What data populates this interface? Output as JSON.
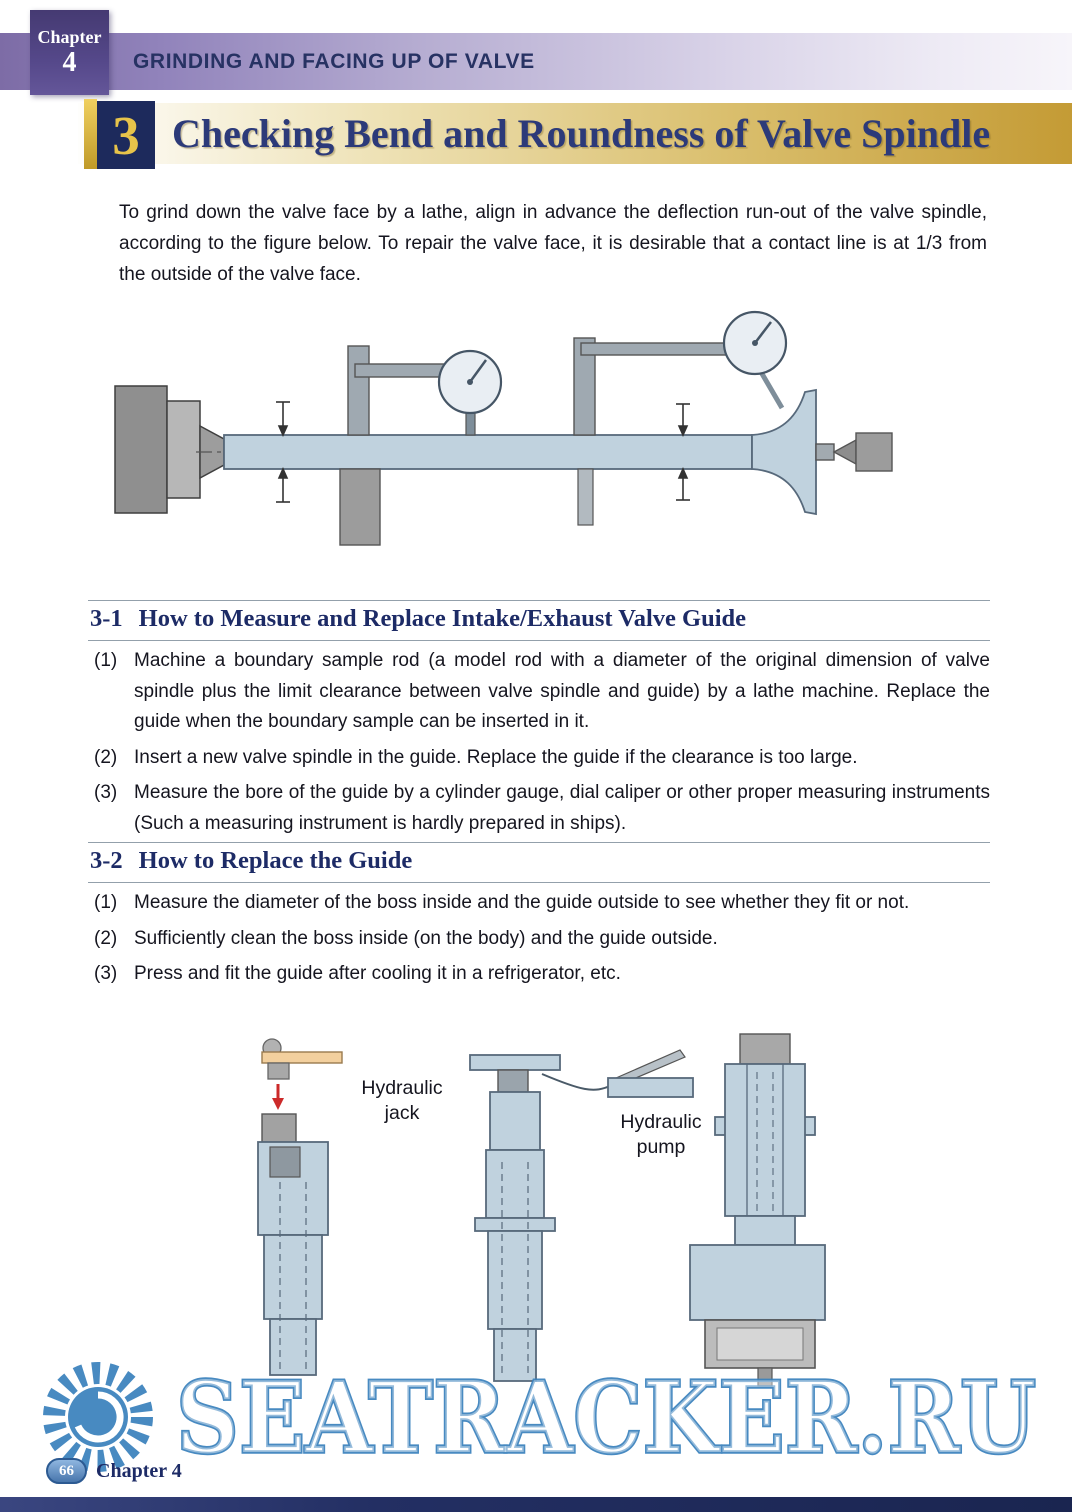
{
  "header": {
    "chapter_label": "Chapter",
    "chapter_number": "4",
    "title": "GRINDING AND FACING UP OF VALVE"
  },
  "title_block": {
    "number": "3",
    "title": "Checking Bend and Roundness of Valve Spindle"
  },
  "intro": "To grind down the valve face by a lathe, align in advance the deflection run-out of the valve spindle, according to the figure below. To repair the valve face, it is desirable that a contact line is at 1/3 from the outside of the valve face.",
  "sections": [
    {
      "number": "3-1",
      "title": "How to Measure and Replace Intake/Exhaust Valve Guide",
      "items": [
        {
          "marker": "(1)",
          "text": "Machine a boundary sample rod (a model rod with a diameter of the original dimension of valve spindle plus the limit clearance between valve spindle and guide) by a lathe machine. Replace the guide when the boundary sample can be inserted in it."
        },
        {
          "marker": "(2)",
          "text": "Insert a new valve spindle in the guide. Replace the guide if the clearance is too large."
        },
        {
          "marker": "(3)",
          "text": "Measure the bore of the guide by a cylinder gauge, dial caliper or other proper measuring instruments (Such a measuring instrument is hardly prepared in ships)."
        }
      ]
    },
    {
      "number": "3-2",
      "title": "How to Replace the Guide",
      "items": [
        {
          "marker": "(1)",
          "text": "Measure the diameter of the boss inside and the guide outside to see whether they fit or not."
        },
        {
          "marker": "(2)",
          "text": "Sufficiently clean the boss inside (on the body) and the guide outside."
        },
        {
          "marker": "(3)",
          "text": "Press and fit the guide after cooling it in a refrigerator, etc."
        }
      ]
    }
  ],
  "figure_labels": {
    "jack": "Hydraulic jack",
    "pump": "Hydraulic pump"
  },
  "watermark": "SEATRACKER.RU",
  "footer": {
    "page_badge": "66",
    "chapter_label": "Chapter 4"
  },
  "colors": {
    "accent_navy": "#1d2a5c",
    "accent_gold": "#c9a23b",
    "header_purple": "#7d6ca6",
    "diagram_blue": "#c0d2de",
    "watermark_blue": "#3b82bd"
  }
}
